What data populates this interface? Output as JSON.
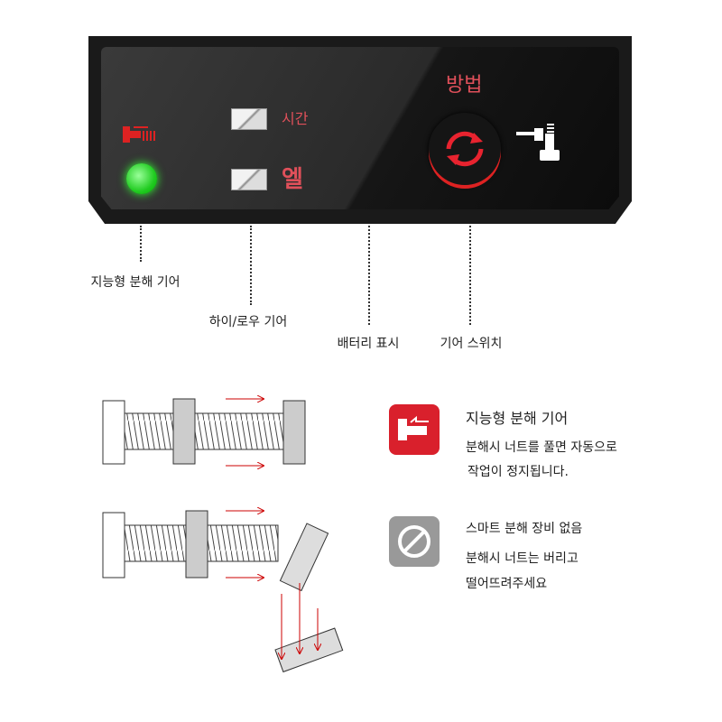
{
  "panel": {
    "time_label": "시간",
    "gel_label": "엘",
    "method_label": "방법"
  },
  "callouts": {
    "smart_gear": "지능형 분해 기어",
    "high_low": "하이/로우 기어",
    "battery": "배터리 표시",
    "gear_switch": "기어 스위치"
  },
  "legend": [
    {
      "title": "지능형 분해 기어",
      "line1": "분해시 너트를 풀면 자동으로",
      "line2": "작업이 정지됩니다.",
      "icon": "smart-release-icon",
      "color": "#d9202c"
    },
    {
      "title": "스마트 분해 장비 없음",
      "line1": "분해시 너트는 버리고",
      "line2": "떨어뜨려주세요",
      "icon": "no-sign-icon",
      "color": "#999999"
    }
  ]
}
